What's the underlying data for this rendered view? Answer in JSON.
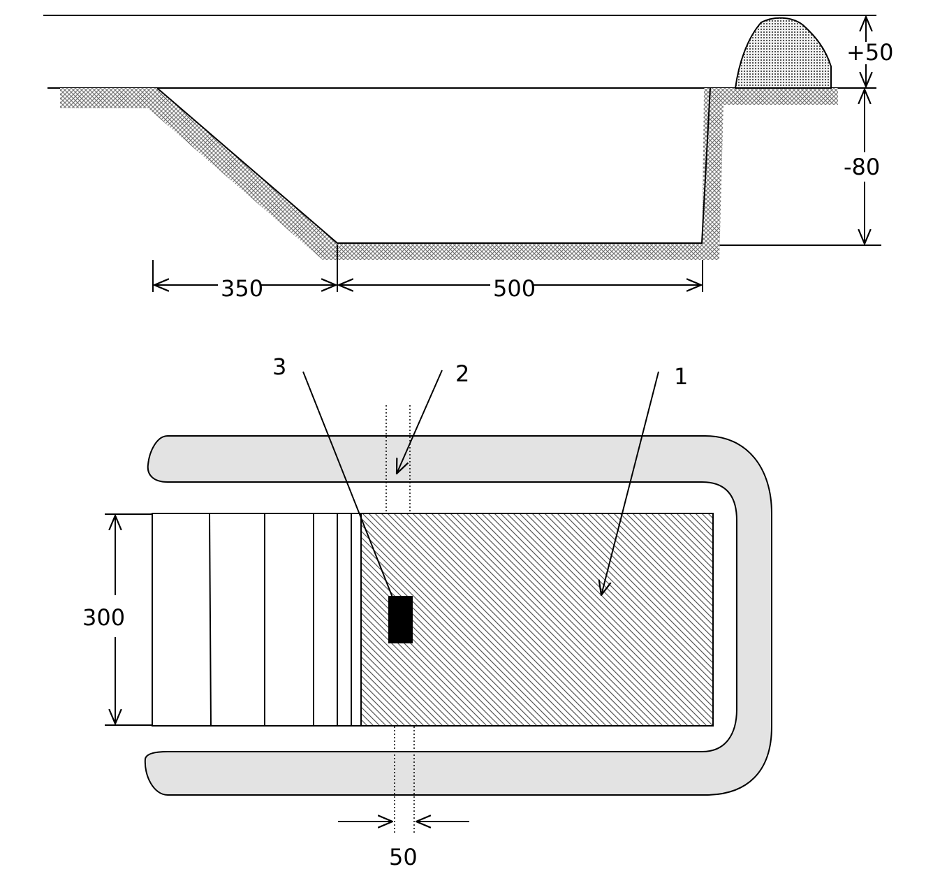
{
  "section_view": {
    "dims": {
      "top_height": "+50",
      "depth": "-80",
      "slope_width": "350",
      "bottom_width": "500"
    }
  },
  "plan_view": {
    "callouts": {
      "c1": "1",
      "c2": "2",
      "c3": "3"
    },
    "dims": {
      "width": "300",
      "gap": "50"
    }
  },
  "colors": {
    "ground_hatch": "#8a8a8a",
    "berm_fill": "#e3e3e3",
    "hatch_line": "#555555",
    "marker": "#000000"
  }
}
